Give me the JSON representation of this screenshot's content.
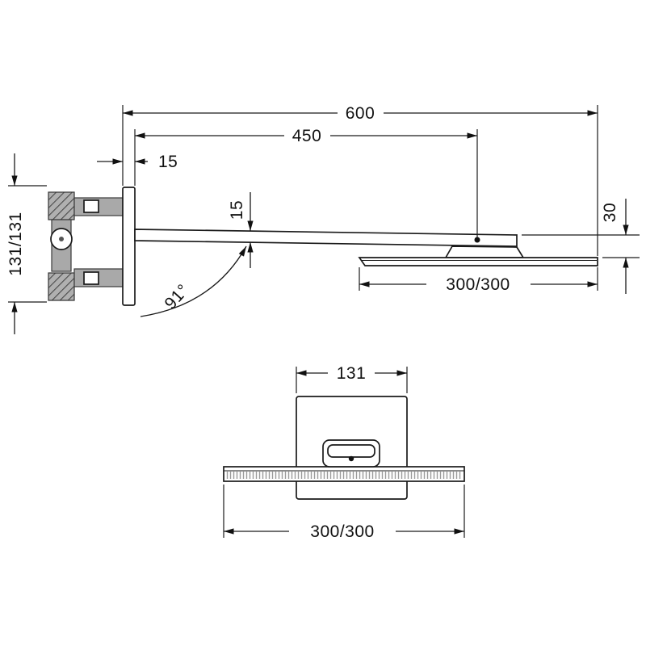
{
  "drawing": {
    "side_view": {
      "dim_overall_length": "600",
      "dim_arm_length": "450",
      "dim_plate_thickness": "15",
      "dim_arm_thickness": "15",
      "dim_head_offset": "30",
      "dim_plate_height": "131/131",
      "dim_head_length": "300/300",
      "angle_arm": "91°"
    },
    "front_view": {
      "dim_plate_width": "131",
      "dim_head_width": "300/300"
    }
  }
}
